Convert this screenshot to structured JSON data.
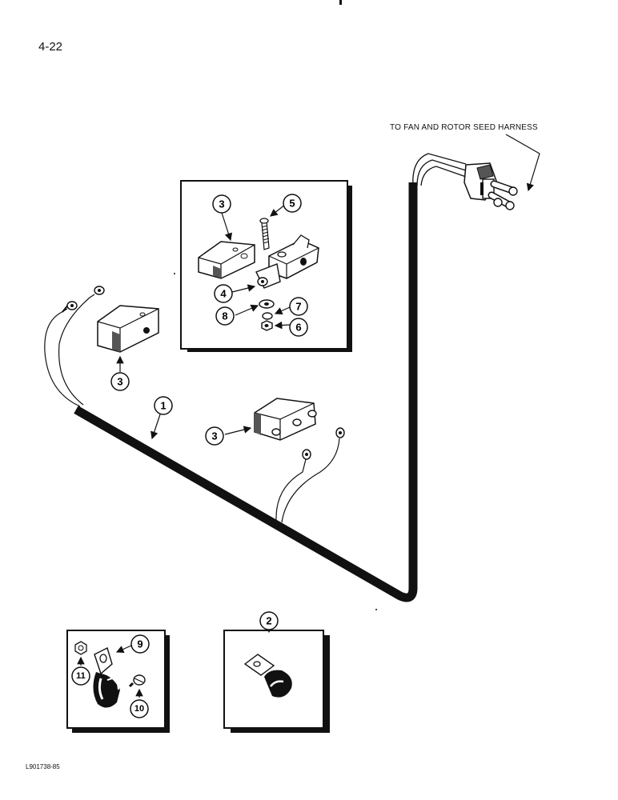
{
  "page_number": "4-22",
  "harness_note": "TO FAN AND ROTOR SEED HARNESS",
  "figure_code": "L901738-85",
  "callouts": {
    "c1": "1",
    "c2": "2",
    "c3a": "3",
    "c3b": "3",
    "c3c": "3",
    "c4": "4",
    "c5": "5",
    "c6": "6",
    "c7": "7",
    "c8": "8",
    "c9": "9",
    "c10": "10",
    "c11": "11"
  },
  "colors": {
    "ink": "#111111",
    "paper": "#ffffff",
    "shade": "#555555"
  }
}
